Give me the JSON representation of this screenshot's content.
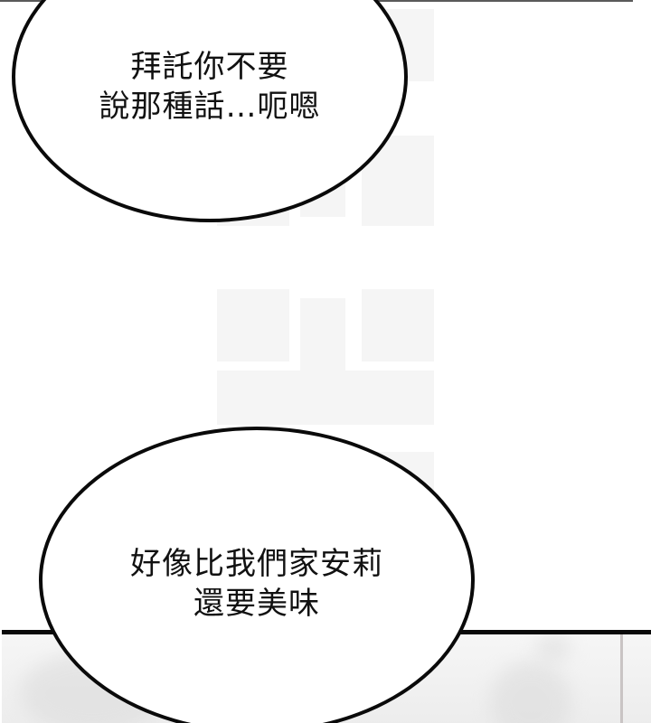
{
  "panel": {
    "background_color": "#ffffff",
    "border_color": "#0a0a0a",
    "top_rule_color": "#5a5a5a",
    "lower_panel_color": "#f0f0f0"
  },
  "speech_bubbles": [
    {
      "id": "top",
      "lines": [
        "拜託你不要",
        "說那種話…呃嗯"
      ]
    },
    {
      "id": "bottom",
      "lines": [
        "好像比我們家安莉",
        "還要美味"
      ]
    }
  ]
}
